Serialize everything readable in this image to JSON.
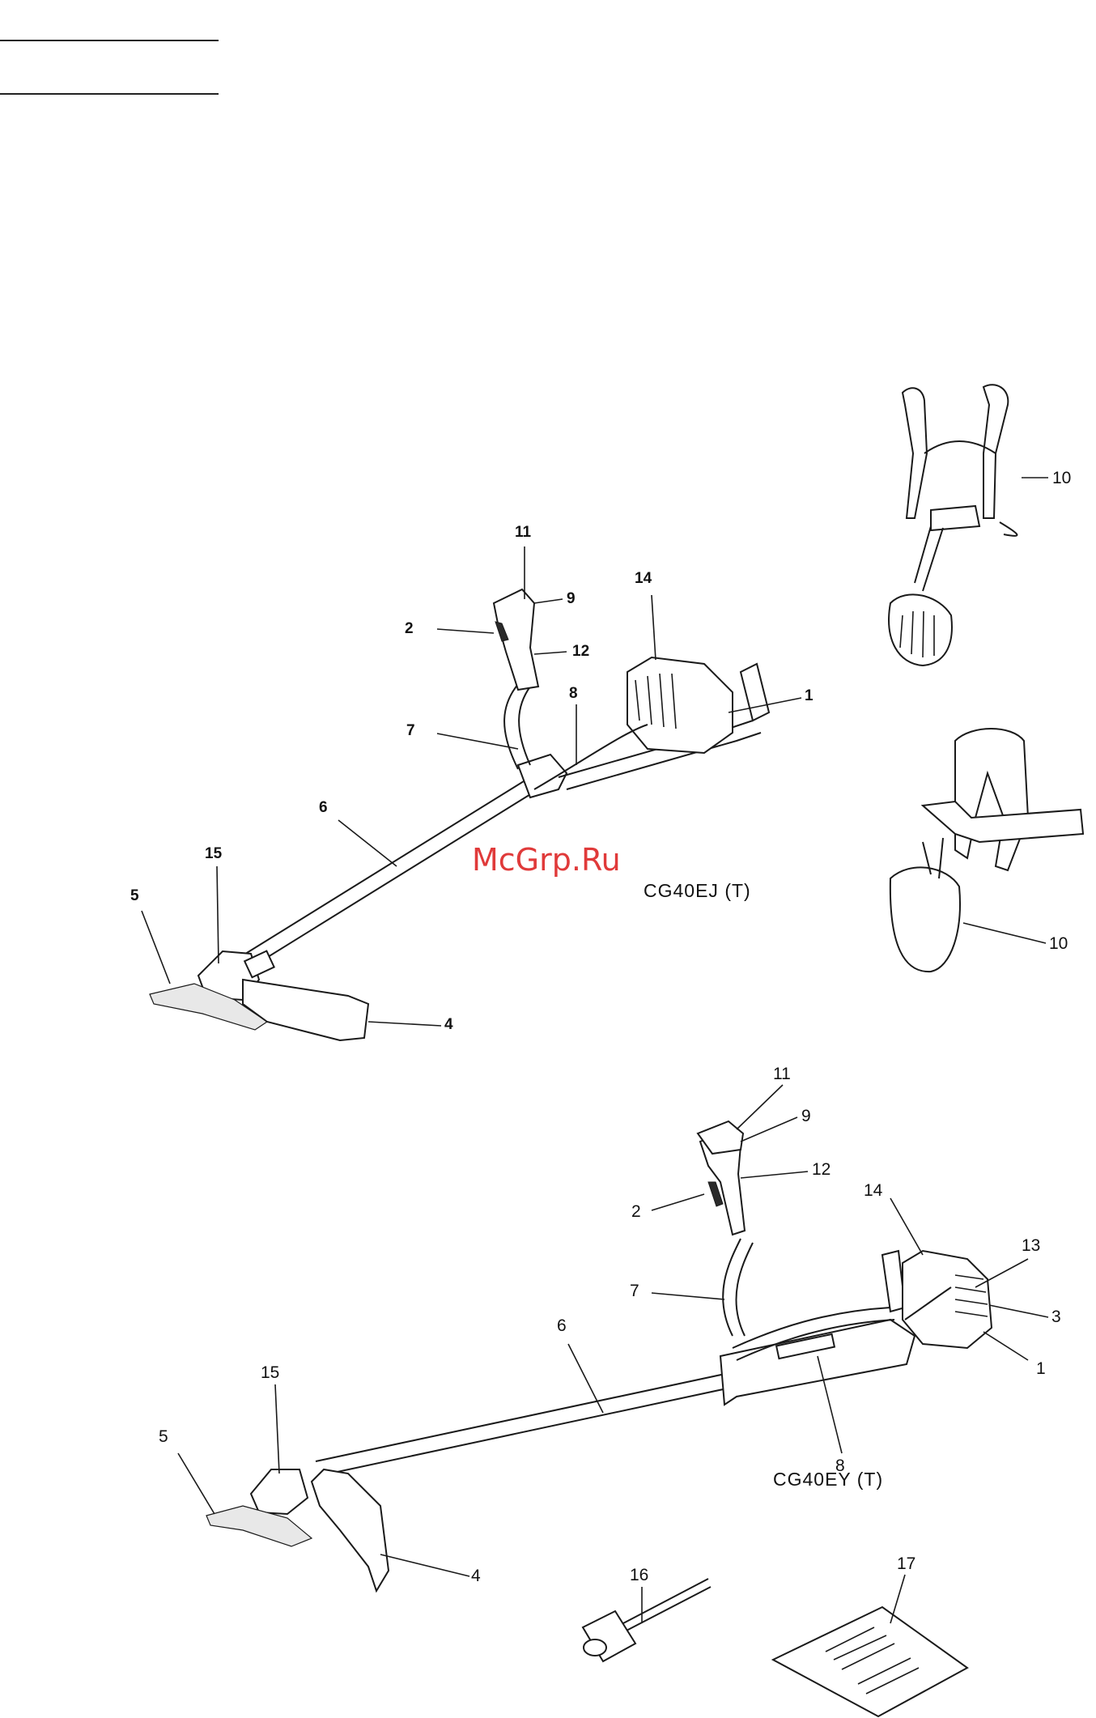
{
  "watermark": "McGrp.Ru",
  "upper": {
    "model": "CG40EJ (T)",
    "callouts": [
      "11",
      "9",
      "2",
      "12",
      "14",
      "8",
      "1",
      "7",
      "6",
      "15",
      "5",
      "4",
      "10",
      "10"
    ]
  },
  "lower": {
    "model": "CG40EY (T)",
    "callouts": [
      "11",
      "9",
      "12",
      "2",
      "14",
      "13",
      "3",
      "1",
      "7",
      "6",
      "8",
      "15",
      "5",
      "4",
      "16",
      "17"
    ]
  },
  "colors": {
    "line": "#1a1a1a",
    "background": "#ffffff",
    "watermark": "#e03a3a"
  }
}
